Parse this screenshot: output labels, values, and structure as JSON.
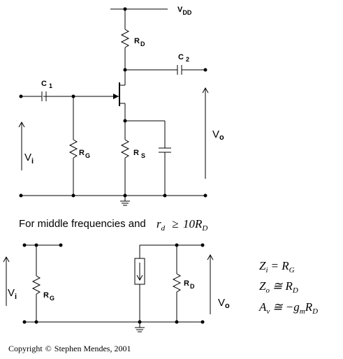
{
  "circuit1": {
    "vdd": "V",
    "vdd_sub": "DD",
    "rd": "R",
    "rd_sub": "D",
    "c2": "C",
    "c2_sub": "2",
    "c1": "C",
    "c1_sub": "1",
    "rg": "R",
    "rg_sub": "G",
    "rs": "R",
    "rs_sub": "S",
    "vi": "V",
    "vi_sub": "i",
    "vo": "V",
    "vo_sub": "o"
  },
  "condition": {
    "text": "For middle frequencies and",
    "rd": "r",
    "rd_sub": "d",
    "op": "≥",
    "rhs": "10R",
    "rhs_sub": "D"
  },
  "circuit2": {
    "vi": "V",
    "vi_sub": "i",
    "rg": "R",
    "rg_sub": "G",
    "rd": "R",
    "rd_sub": "D",
    "vo": "V",
    "vo_sub": "o"
  },
  "equations": {
    "zi": "Z",
    "zi_sub": "i",
    "zi_eq": "= R",
    "zi_rsub": "G",
    "zo": "Z",
    "zo_sub": "o",
    "zo_eq": "≅ R",
    "zo_rsub": "D",
    "av": "A",
    "av_sub": "v",
    "av_eq": "≅ −g",
    "av_gsub": "m",
    "av_r": "R",
    "av_rsub": "D"
  },
  "copyright": {
    "prefix": "Copyright",
    "symbol": "©",
    "text": "Stephen Mendes, 2001"
  }
}
